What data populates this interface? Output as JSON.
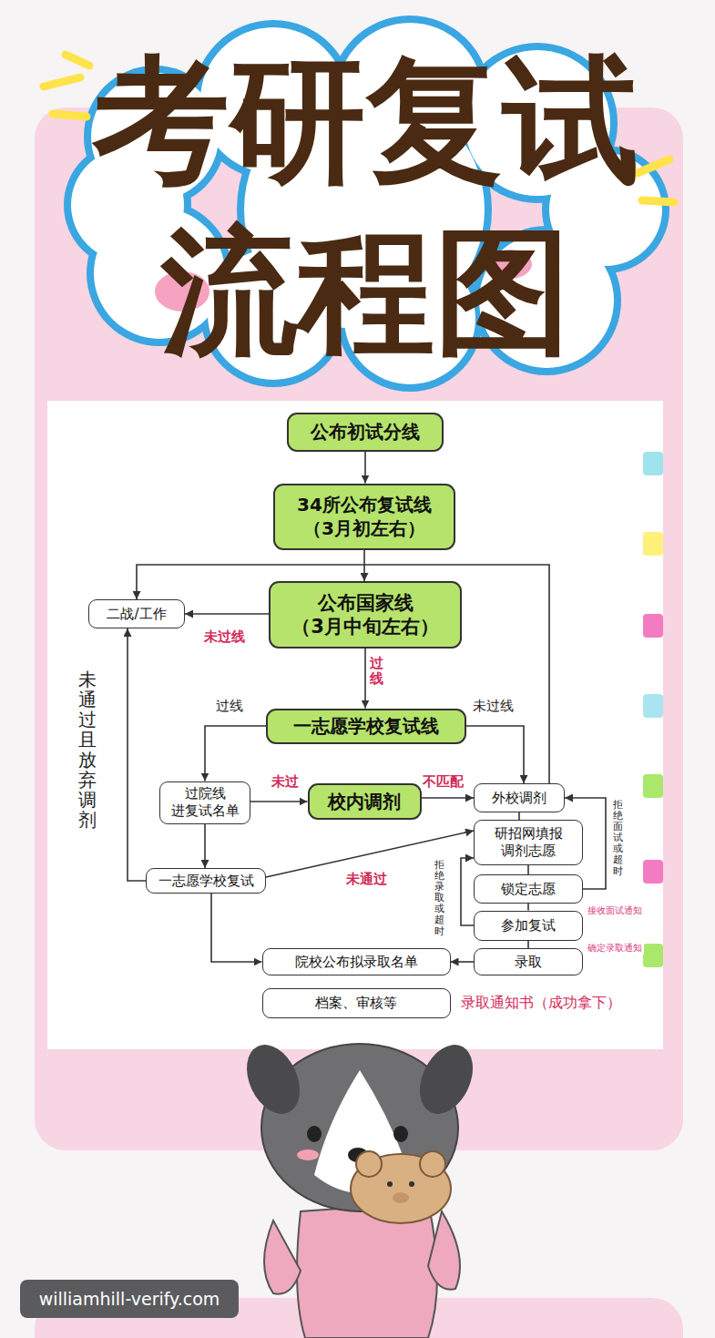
{
  "diagram": {
    "title": "考研复试 流程图",
    "nodes": [
      {
        "text": [
          "公布初试分线"
        ]
      },
      {
        "text": [
          "34所公布复试线 （3月初左右）"
        ]
      },
      {
        "text": [
          "二战/工作"
        ]
      },
      {
        "text": [
          "公布国家线 （3月中旬左右）"
        ]
      },
      {
        "text": [
          "一志愿学校复试线"
        ]
      },
      {
        "text": [
          "过院线 进复试名单"
        ]
      },
      {
        "text": [
          "校内调剂"
        ]
      },
      {
        "text": [
          "外校调剂"
        ]
      },
      {
        "text": [
          "研招网填报 调剂志愿"
        ]
      },
      {
        "text": [
          "一志愿学校复试"
        ]
      },
      {
        "text": [
          "锁定志愿"
        ]
      },
      {
        "text": [
          "参加复试"
        ]
      },
      {
        "text": [
          "院校公布拟录取名单"
        ]
      },
      {
        "text": [
          "录取"
        ]
      },
      {
        "text": [
          "档案、审核等"
        ]
      }
    ],
    "edges": [
      {
        "from": 0,
        "to": 1,
        "arrow": "to"
      },
      {
        "from": 7,
        "to": 2,
        "arrow": "to"
      },
      {
        "from": 1,
        "to": 3,
        "arrow": "to"
      },
      {
        "from": 3,
        "to": 2,
        "label": "未过线",
        "arrow": "to"
      },
      {
        "from": 3,
        "to": 4,
        "label": "过线",
        "arrow": "to"
      },
      {
        "from": 4,
        "to": 5,
        "label": "过线",
        "arrow": "to"
      },
      {
        "from": 4,
        "to": 7,
        "label": "未过线",
        "arrow": "to"
      },
      {
        "from": 5,
        "to": 6,
        "label": "未过",
        "arrow": "to"
      },
      {
        "from": 6,
        "to": 7,
        "label": "不匹配",
        "arrow": "to"
      },
      {
        "from": 5,
        "to": 9,
        "arrow": "to"
      },
      {
        "from": 9,
        "to": 2,
        "label": "未通过且放弃调剂",
        "arrow": "to"
      },
      {
        "from": 9,
        "to": 8,
        "label": "未通过",
        "arrow": "to"
      },
      {
        "from": 9,
        "to": 12,
        "arrow": "to"
      },
      {
        "from": 10,
        "to": 7,
        "label": "拒绝面试或超时",
        "arrow": "to"
      },
      {
        "from": 11,
        "to": 8,
        "label": "拒绝录取或超时",
        "arrow": "to"
      },
      {
        "from": 7,
        "to": 8,
        "arrow": "none"
      },
      {
        "from": 8,
        "to": 10,
        "arrow": "none"
      },
      {
        "from": 10,
        "to": 11,
        "label": "接收面试通知",
        "arrow": "none"
      },
      {
        "from": 11,
        "to": 13,
        "label": "确定录取通知",
        "arrow": "none"
      },
      {
        "from": 13,
        "to": 12,
        "arrow": "to"
      }
    ],
    "labels": [
      "录取通知书（成功拿下）",
      "williamhill-verify.com"
    ]
  }
}
